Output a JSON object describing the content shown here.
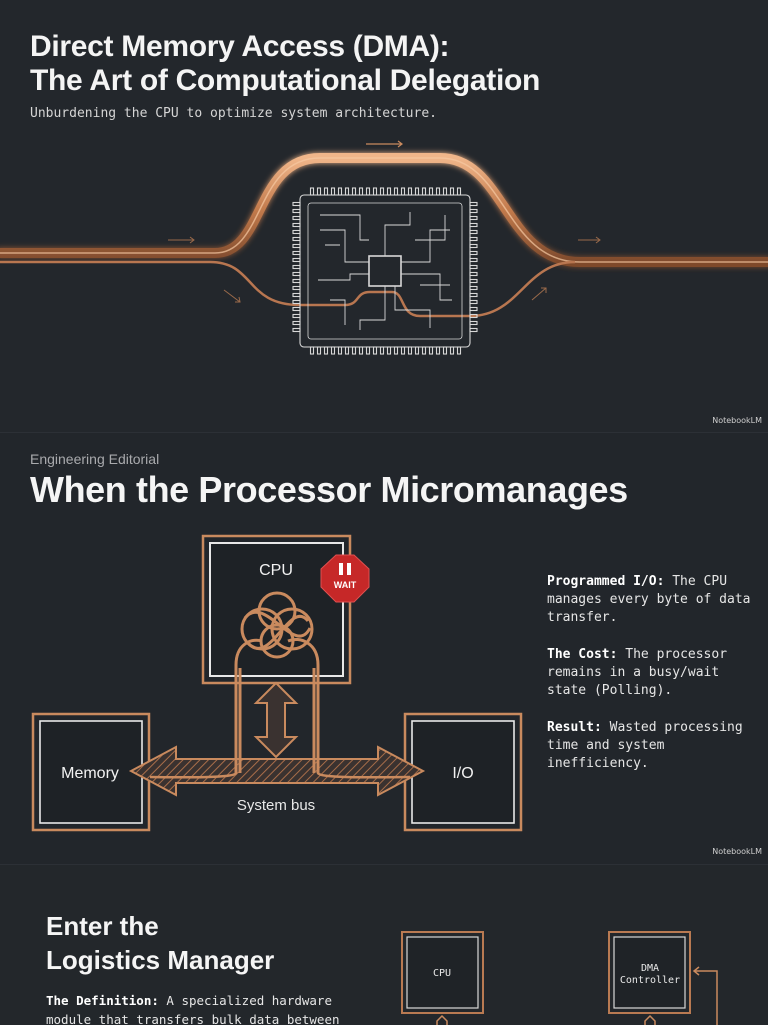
{
  "badge": "NotebookLM",
  "slide1": {
    "title_line1": "Direct Memory Access (DMA):",
    "title_line2": "The Art of Computational Delegation",
    "subtitle": "Unburdening the CPU to optimize system architecture."
  },
  "slide2": {
    "kicker": "Engineering Editorial",
    "title": "When the Processor Micromanages",
    "diagram": {
      "cpu_label": "CPU",
      "wait_label": "WAIT",
      "memory_label": "Memory",
      "io_label": "I/O",
      "bus_label": "System bus"
    },
    "points": [
      {
        "term": "Programmed I/O:",
        "text": "The CPU manages every byte of data transfer."
      },
      {
        "term": "The Cost:",
        "text": "The processor remains in a busy/wait state (Polling)."
      },
      {
        "term": "Result:",
        "text": "Wasted processing time and system inefficiency."
      }
    ]
  },
  "slide3": {
    "title_line1": "Enter the",
    "title_line2": "Logistics Manager",
    "definition_term": "The Definition:",
    "definition_text": "A specialized hardware module that transfers bulk data between",
    "cpu_label": "CPU",
    "dma_line1": "DMA",
    "dma_line2": "Controller"
  },
  "colors": {
    "background": "#22262b",
    "copper": "#c98a5e",
    "copper_dark": "#8a5535",
    "wait_red": "#c62828",
    "text": "#f2f2f2"
  }
}
